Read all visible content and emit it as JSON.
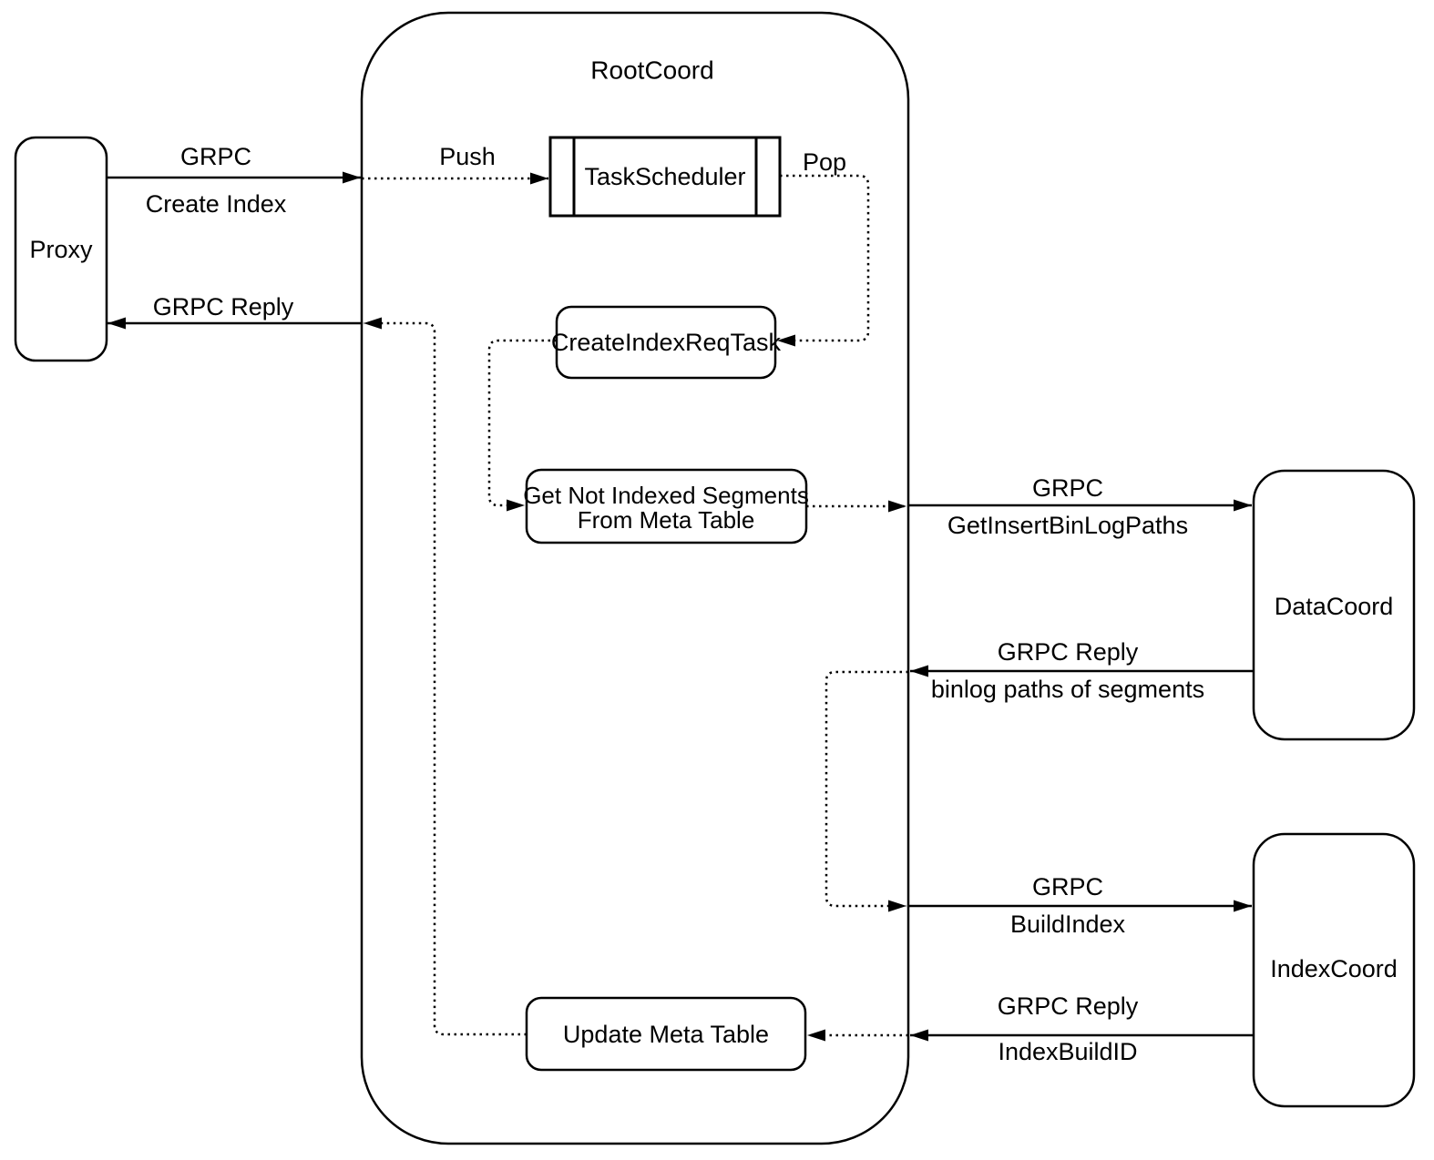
{
  "diagram": {
    "title": "RootCoord",
    "colors": {
      "stroke": "#000000",
      "background": "#ffffff"
    },
    "nodes": {
      "proxy": {
        "label": "Proxy"
      },
      "task_scheduler": {
        "label": "TaskScheduler"
      },
      "create_index_req_task": {
        "label": "CreateIndexReqTask"
      },
      "get_not_indexed": {
        "line1": "Get Not Indexed Segments",
        "line2": "From Meta Table"
      },
      "update_meta_table": {
        "label": "Update Meta Table"
      },
      "data_coord": {
        "label": "DataCoord"
      },
      "index_coord": {
        "label": "IndexCoord"
      }
    },
    "edges": {
      "create_index": {
        "line1": "GRPC",
        "line2": "Create Index"
      },
      "grpc_reply_proxy": {
        "label": "GRPC Reply"
      },
      "push": {
        "label": "Push"
      },
      "pop": {
        "label": "Pop"
      },
      "get_insert_binlog_paths": {
        "line1": "GRPC",
        "line2": "GetInsertBinLogPaths"
      },
      "binlog_reply": {
        "line1": "GRPC Reply",
        "line2": "binlog paths of segments"
      },
      "build_index": {
        "line1": "GRPC",
        "line2": "BuildIndex"
      },
      "index_build_reply": {
        "line1": "GRPC Reply",
        "line2": "IndexBuildID"
      }
    }
  }
}
